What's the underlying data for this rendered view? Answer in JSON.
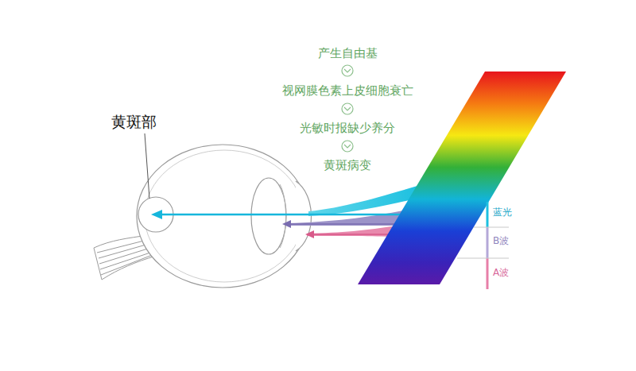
{
  "diagram": {
    "labels": [
      "黄斑部",
      "产生自由基",
      "视网膜色素上皮细胞衰亡",
      "光敏时报缺少养分",
      "黄斑病变",
      "蓝光",
      "B波",
      "A波"
    ]
  }
}
